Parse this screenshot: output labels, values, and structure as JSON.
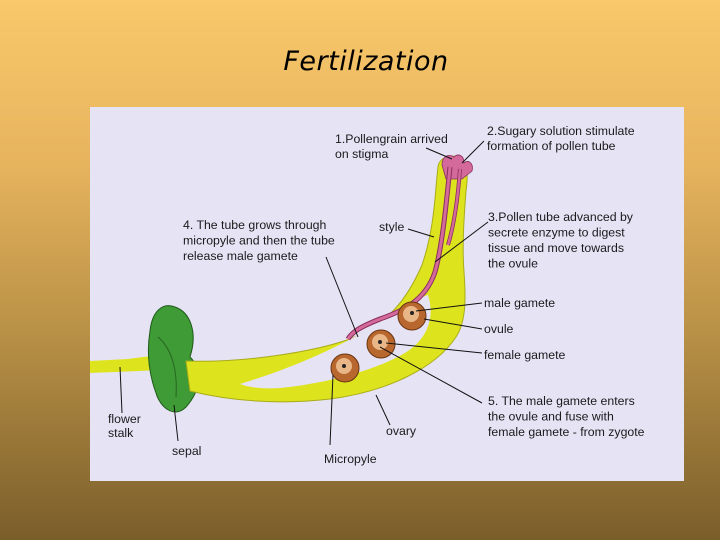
{
  "slide": {
    "title": "Fertilization"
  },
  "diagram": {
    "colors": {
      "panel_bg": "#e6e3f5",
      "flower_body": "#dde41e",
      "sepal": "#3f9b35",
      "pollen_tube": "#d46a9c",
      "ovule": "#b8672f",
      "female_gamete": "#e9b687"
    },
    "labels": {
      "step1": [
        "1.Pollengrain arrived",
        "on stigma"
      ],
      "step2": [
        "2.Sugary solution stimulate",
        "formation of pollen tube"
      ],
      "step3": [
        "3.Pollen tube advanced by",
        "secrete enzyme to digest",
        "tissue and move towards",
        "the ovule"
      ],
      "step4": [
        "4. The tube grows through",
        "micropyle and then the tube",
        "release male gamete"
      ],
      "step5": [
        "5. The male gamete enters",
        "the ovule and fuse with",
        "female gamete - from zygote"
      ],
      "style": "style",
      "male_gamete": "male gamete",
      "ovule": "ovule",
      "female_gamete": "female gamete",
      "ovary": "ovary",
      "micropyle": "Micropyle",
      "sepal": "sepal",
      "flower_stalk": [
        "flower",
        "stalk"
      ]
    }
  }
}
